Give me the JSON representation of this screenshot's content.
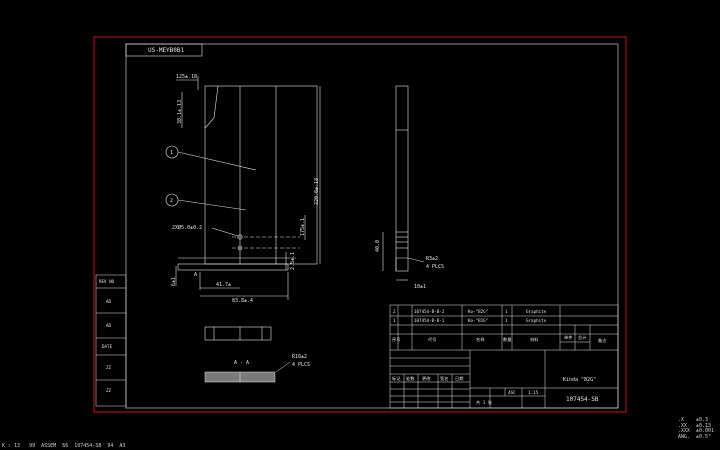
{
  "colors": {
    "background": "#000000",
    "border": "#d0101a",
    "lines": "#e6e6e6"
  },
  "drawing_number_tab": "US-MEYB0B1",
  "dims": {
    "top_width": "125±.18",
    "upper_height": "38.1±.13",
    "total_height": "220.0±.18",
    "hole_label": "2XØ5.0±0.2",
    "hole_spacing": "175±.1",
    "offset_small": "2.5±.1",
    "left_small": "6±1",
    "base_inner": "41.7±",
    "overall_width": "83.8±.4",
    "side_height": "40.0",
    "side_thickness": "10±1",
    "chamfer_side": "R3±2",
    "plcs_side": "4 PLCS",
    "chamfer_sec": "R16±2",
    "plcs_sec": "4 PLCS",
    "balloon_1": "1",
    "balloon_2": "2",
    "section_label": "A - A",
    "mark_a": "A"
  },
  "left_rev_column": [
    "REV NO",
    "AD",
    "AD",
    "DATE",
    "ZZ",
    "ZZ"
  ],
  "title_block": {
    "rows": [
      {
        "num": "2",
        "part": "107454-B-B-2",
        "desc": "Ko-\"B2G\"",
        "qty": "1",
        "material": "Graphite"
      },
      {
        "num": "1",
        "part": "107454-B-B-1",
        "desc": "Ko-\"B1G\"",
        "qty": "1",
        "material": "Graphite"
      }
    ],
    "hdr": [
      "序号",
      "代号",
      "名称",
      "数量",
      "材料",
      "单件",
      "总计",
      "备注"
    ],
    "small_labels": [
      "标记",
      "处数",
      "更改",
      "签名",
      "日期"
    ],
    "title": "Kinda \"B2G\"",
    "dwg_no": "107454-SB",
    "scale": "1:15",
    "qty_cell": "4SC",
    "sheet_text": "共 1 张"
  },
  "status_bar": "K : 13   99  ASSEM  66  107454-SB  94  A3",
  "tolerances": [
    ".X    ±0.3",
    ".XX   ±0.13",
    ".XXX  ±0.001",
    "ANG.  ±0.5°"
  ]
}
